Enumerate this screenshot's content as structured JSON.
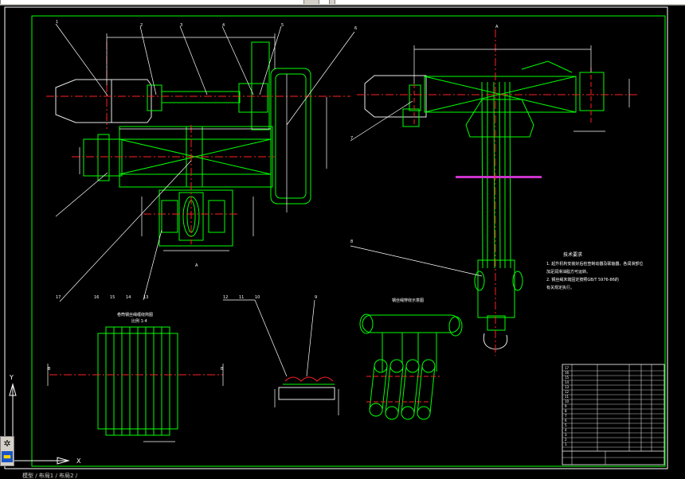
{
  "window": {
    "toolbar_fields": [
      "",
      "",
      ""
    ]
  },
  "status_bar": {
    "tabs_text": "模型 / 布局1 / 布局2 /"
  },
  "palette": {
    "tools": [
      "gear-icon",
      "layer-icon"
    ]
  },
  "colors": {
    "background": "#000000",
    "frame": "#00ff00",
    "centerline": "#ff2020",
    "dimension": "#ffffff",
    "outline": "#e8e8e8",
    "rope_mark": "#cc33cc"
  },
  "drawing": {
    "view_labels": {
      "drum_section": "卷筒钢丝绳缠绕简图",
      "drum_section_sub": "比例 1:4",
      "pulley_view": "钢丝绳穿绕示意图"
    },
    "notes": {
      "title": "技术要求",
      "items": [
        "1. 起升机构安装好后检查制动器及联轴器，各润滑部位",
        "   加足润滑油脂方可运转。",
        "2. 钢丝绳末端固定按照GB/T 5976-86的",
        "   有关规定执行。"
      ]
    },
    "callouts": [
      "1",
      "2",
      "3",
      "4",
      "5",
      "6",
      "7",
      "8",
      "9",
      "10",
      "11",
      "12",
      "13",
      "14",
      "15",
      "16",
      "17"
    ],
    "section_marks": [
      "A",
      "A",
      "B",
      "B"
    ]
  },
  "title_block": {
    "rows": [
      "17",
      "16",
      "15",
      "14",
      "13",
      "12",
      "11",
      "10",
      "9",
      "8",
      "7",
      "6",
      "5",
      "4",
      "3",
      "2",
      "1"
    ]
  }
}
